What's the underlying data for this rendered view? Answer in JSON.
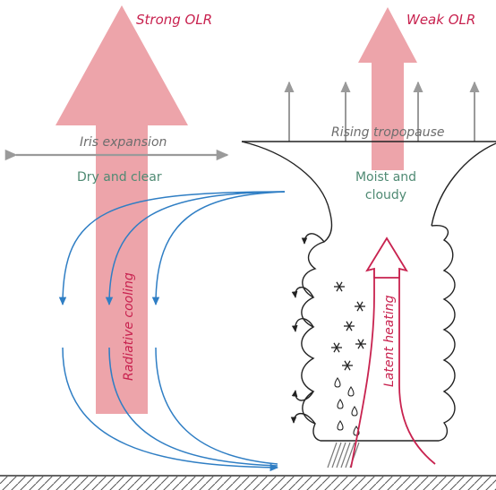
{
  "labels": {
    "strong_olr": "Strong OLR",
    "weak_olr": "Weak OLR",
    "iris_expansion": "Iris expansion",
    "rising_tropopause": "Rising tropopause",
    "dry_and_clear": "Dry and clear",
    "moist_and_cloudy_line1": "Moist and",
    "moist_and_cloudy_line2": "cloudy",
    "radiative_cooling": "Radiative cooling",
    "latent_heating": "Latent heating"
  },
  "colors": {
    "olr_arrow": "#eda4aa",
    "heating_red": "#c8224f",
    "cooling_blue": "#2f7ec4",
    "gray_arrow": "#9a9a9a",
    "cloud_outline": "#333333",
    "label_green": "#4f8a73"
  },
  "icons": [
    "snowflake-icon",
    "raindrop-icon",
    "vortex-icon"
  ]
}
